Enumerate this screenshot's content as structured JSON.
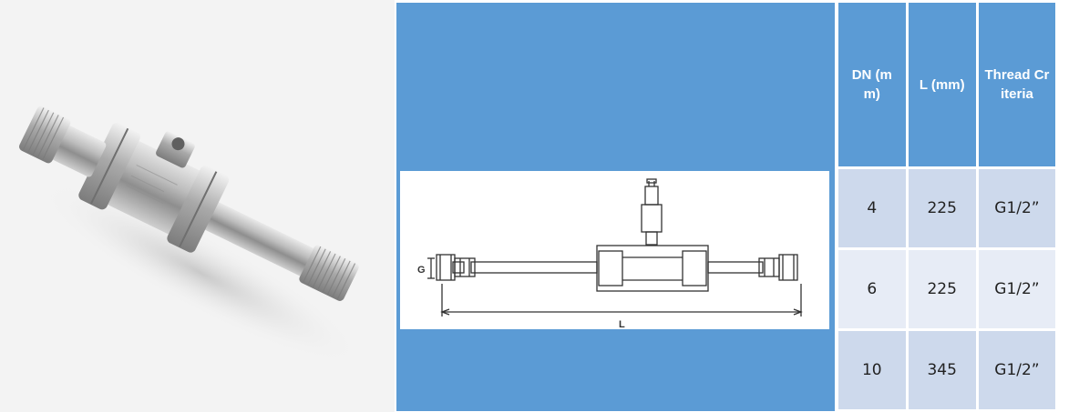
{
  "drawing": {
    "label_g": "G",
    "label_l": "L"
  },
  "table": {
    "headers": [
      "DN (mm)",
      "L (mm)",
      "Thread Criteria"
    ],
    "rows": [
      [
        "4",
        "225",
        "G1/2”"
      ],
      [
        "6",
        "225",
        "G1/2”"
      ],
      [
        "10",
        "345",
        "G1/2”"
      ]
    ]
  },
  "colors": {
    "header_blue": "#5b9bd5",
    "row_dark": "#cdd9ec",
    "row_light": "#e7ecf6"
  }
}
